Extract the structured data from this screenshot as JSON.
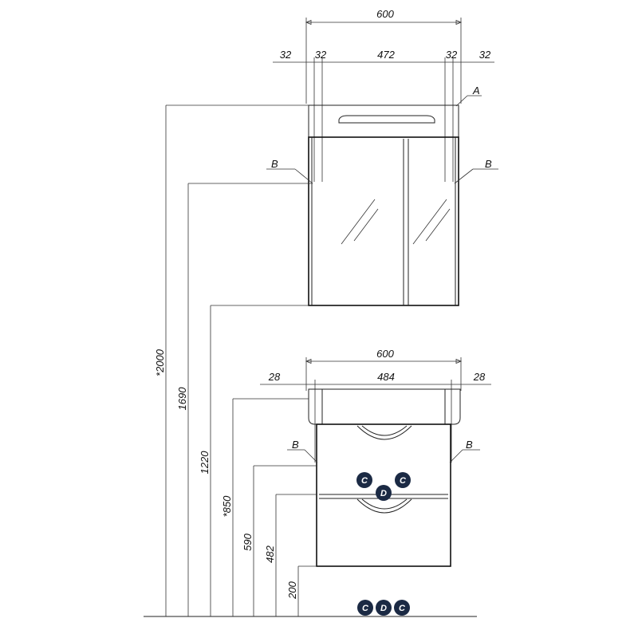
{
  "mirror": {
    "width_total": "600",
    "left_outer": "32",
    "left_inner": "32",
    "inner_width": "472",
    "right_inner": "32",
    "right_outer": "32",
    "callout_a": "A",
    "callout_b_left": "B",
    "callout_b_right": "B"
  },
  "vanity": {
    "width_total": "600",
    "left_offset": "28",
    "inner_width": "484",
    "right_offset": "28",
    "callout_b_left": "B",
    "callout_b_right": "B"
  },
  "heights": {
    "h2000": "*2000",
    "h1690": "1690",
    "h1220": "1220",
    "h850": "*850",
    "h590": "590",
    "h482": "482",
    "h200": "200"
  },
  "badges": {
    "mid_left": "C",
    "mid_center": "D",
    "mid_right": "C",
    "floor_left": "C",
    "floor_center": "D",
    "floor_right": "C"
  },
  "colors": {
    "badge_fill": "#1b2a44",
    "line": "#222222"
  }
}
